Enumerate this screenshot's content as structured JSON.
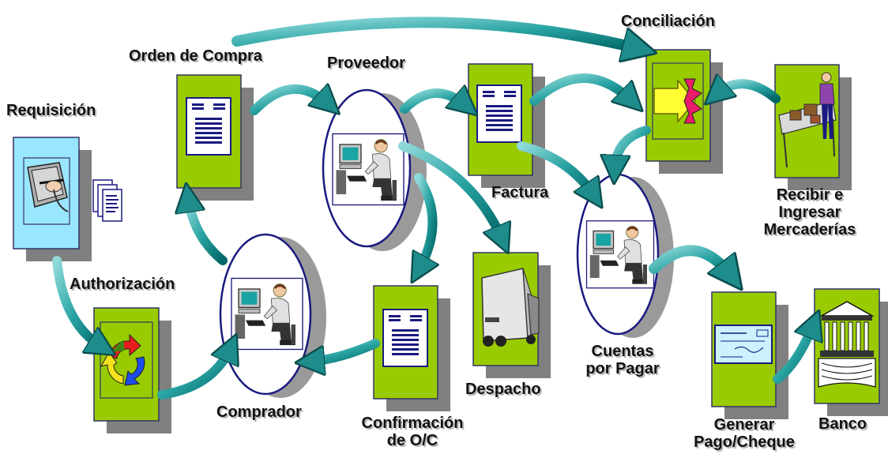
{
  "labels": {
    "requisicion": "Requisición",
    "autorizacion": "Authorización",
    "orden_compra": "Orden de Compra",
    "proveedor": "Proveedor",
    "comprador": "Comprador",
    "confirmacion_l1": "Confirmación",
    "confirmacion_l2": "de O/C",
    "despacho": "Despacho",
    "factura": "Factura",
    "conciliacion": "Conciliación",
    "recibir_l1": "Recibir e",
    "recibir_l2": "Ingresar",
    "recibir_l3": "Mercaderías",
    "cuentas_l1": "Cuentas",
    "cuentas_l2": "por Pagar",
    "generar_l1": "Generar",
    "generar_l2": "Pago/Cheque",
    "banco": "Banco"
  },
  "colors": {
    "card_green": "#99cc00",
    "card_border": "#333366",
    "card_shadow": "#808080",
    "arrow_teal": "#29a3a3",
    "arrow_dark": "#006666",
    "doc_blue": "#1a1a80",
    "oval_border": "#1a1a80",
    "light_blue": "#99e6ff"
  }
}
